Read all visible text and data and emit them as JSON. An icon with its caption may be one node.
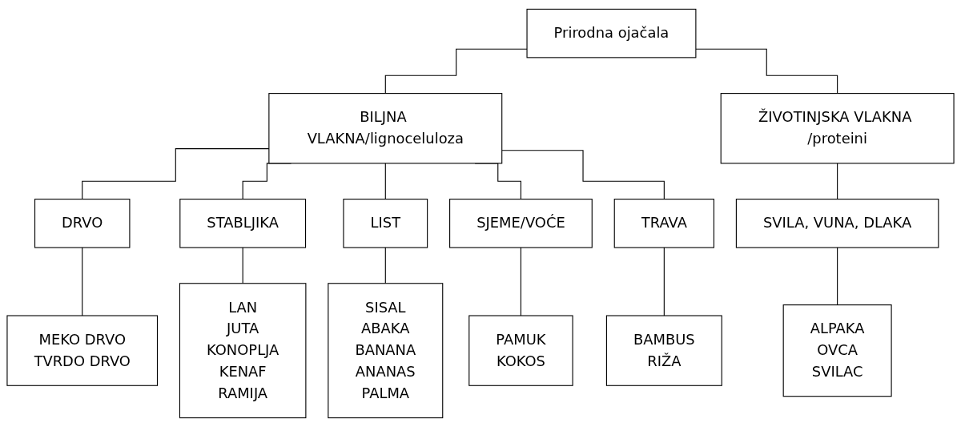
{
  "diagram": {
    "nodes": [
      {
        "text": [
          "Prirodna ojačala"
        ]
      },
      {
        "text": [
          "BILJNA VLAKNA/lignoceluloza"
        ]
      },
      {
        "text": [
          "ŽIVOTINJSKA VLAKNA /proteini"
        ]
      },
      {
        "text": [
          "DRVO"
        ]
      },
      {
        "text": [
          "STABLJIKA"
        ]
      },
      {
        "text": [
          "LIST"
        ]
      },
      {
        "text": [
          "SJEME/VOĆE"
        ]
      },
      {
        "text": [
          "TRAVA"
        ]
      },
      {
        "text": [
          "SVILA, VUNA, DLAKA"
        ]
      },
      {
        "text": [
          "MEKO DRVO",
          "TVRDO DRVO"
        ]
      },
      {
        "text": [
          "LAN",
          "JUTA",
          "KONOPLJA",
          "KENAF",
          "RAMIJA"
        ]
      },
      {
        "text": [
          "SISAL",
          "ABAKA",
          "BANANA",
          "ANANAS",
          "PALMA"
        ]
      },
      {
        "text": [
          "PAMUK",
          "KOKOS"
        ]
      },
      {
        "text": [
          "BAMBUS",
          "RIŽA"
        ]
      },
      {
        "text": [
          "ALPAKA",
          "OVCA",
          "SVILAC"
        ]
      }
    ],
    "edges": [
      {
        "from": 0,
        "to": 1,
        "arrow": "none"
      },
      {
        "from": 0,
        "to": 2,
        "arrow": "none"
      },
      {
        "from": 1,
        "to": 3,
        "arrow": "none"
      },
      {
        "from": 1,
        "to": 4,
        "arrow": "none"
      },
      {
        "from": 1,
        "to": 5,
        "arrow": "none"
      },
      {
        "from": 1,
        "to": 6,
        "arrow": "none"
      },
      {
        "from": 1,
        "to": 7,
        "arrow": "none"
      },
      {
        "from": 2,
        "to": 8,
        "arrow": "none"
      },
      {
        "from": 3,
        "to": 9,
        "arrow": "none"
      },
      {
        "from": 4,
        "to": 10,
        "arrow": "none"
      },
      {
        "from": 5,
        "to": 11,
        "arrow": "none"
      },
      {
        "from": 6,
        "to": 12,
        "arrow": "none"
      },
      {
        "from": 7,
        "to": 13,
        "arrow": "none"
      },
      {
        "from": 8,
        "to": 14,
        "arrow": "none"
      }
    ]
  }
}
